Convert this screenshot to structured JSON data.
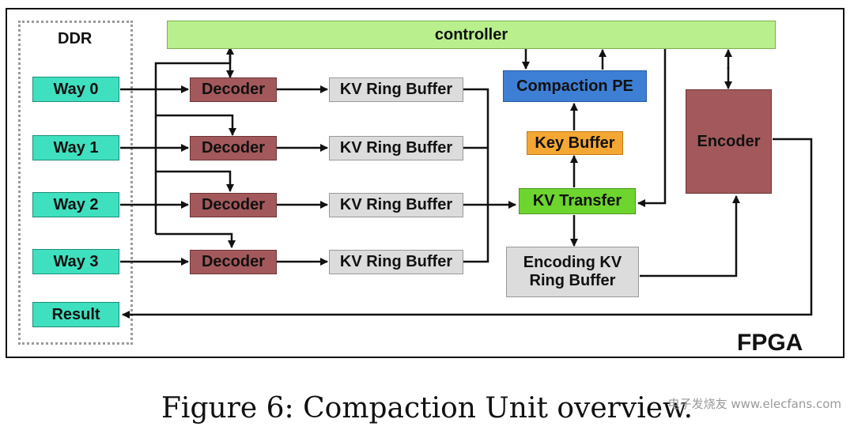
{
  "diagram": {
    "ddr_label": "DDR",
    "fpga_label": "FPGA",
    "controller_label": "controller",
    "ways": [
      "Way 0",
      "Way 1",
      "Way 2",
      "Way 3"
    ],
    "result_label": "Result",
    "decoder_label": "Decoder",
    "kv_ring_buffer_label": "KV Ring Buffer",
    "compaction_pe_label": "Compaction PE",
    "key_buffer_label": "Key Buffer",
    "kv_transfer_label": "KV Transfer",
    "encoding_kv_ring_buffer_label": "Encoding KV Ring Buffer",
    "encoder_label": "Encoder"
  },
  "caption": "Figure 6: Compaction Unit overview.",
  "watermark": "电子发烧友 www.elecfans.com",
  "colors": {
    "way": "#3fe0bf",
    "decoder": "#a3595b",
    "ring_buffer": "#dcdcdc",
    "controller": "#b9ef8c",
    "compaction_pe": "#3e7fd6",
    "key_buffer": "#f4a733",
    "kv_transfer": "#6ed42e",
    "encoder": "#a3595b"
  }
}
